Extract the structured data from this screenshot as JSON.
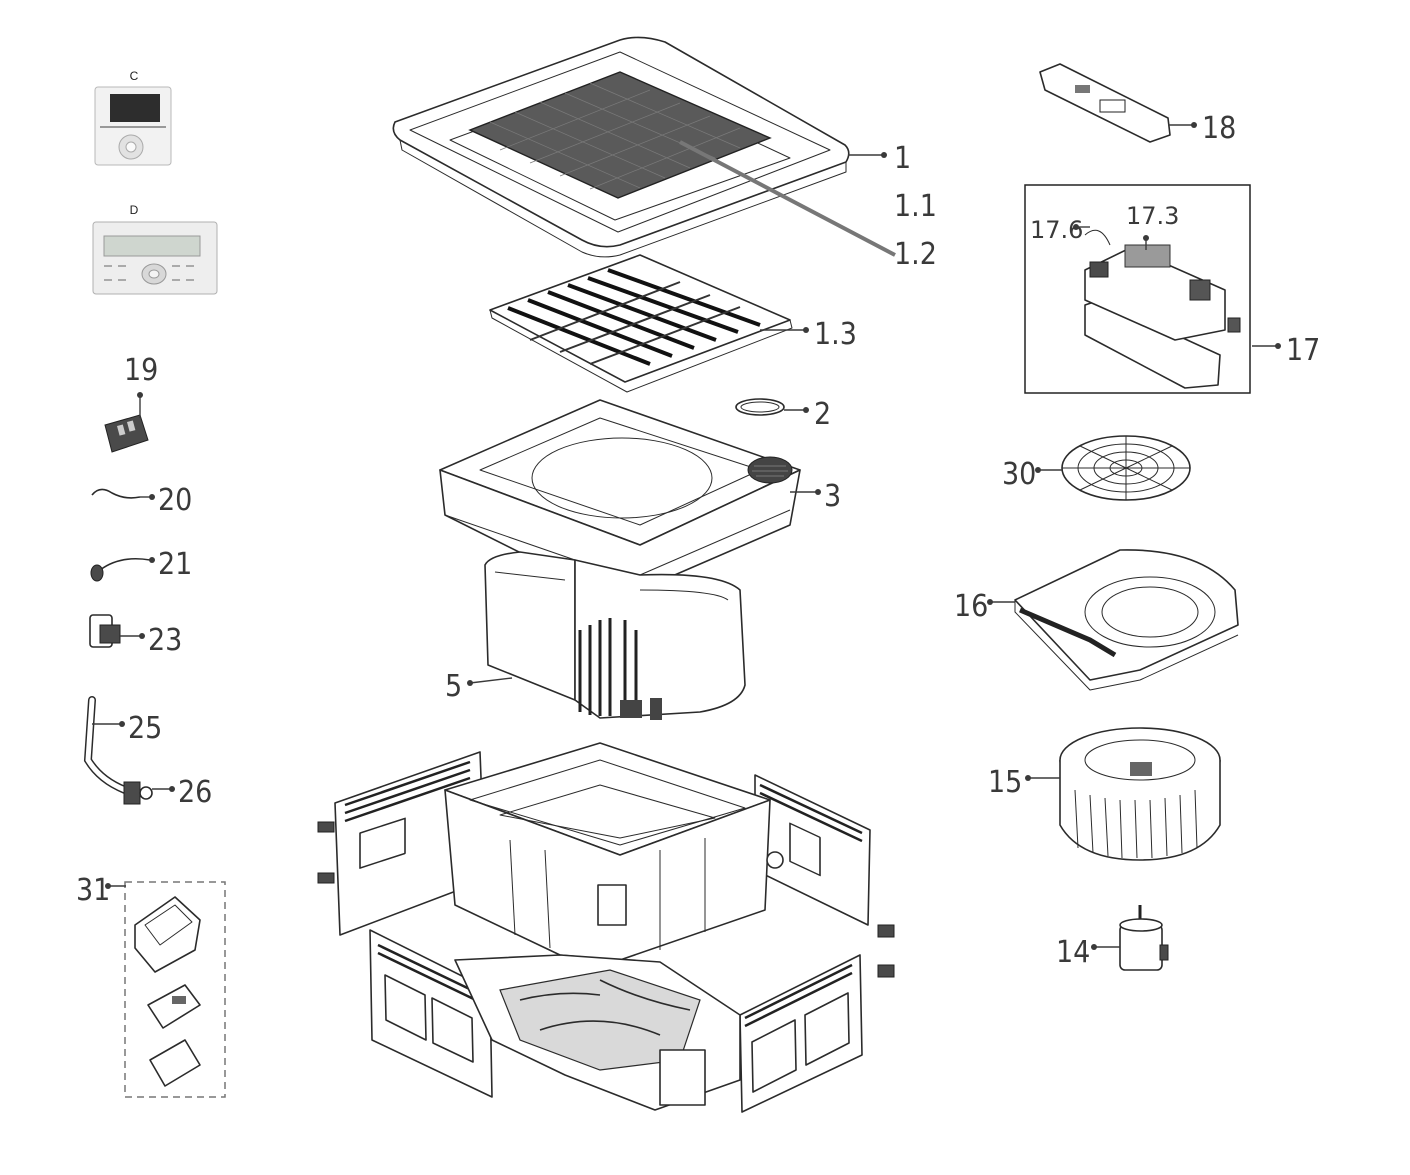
{
  "diagram": {
    "labels": {
      "c": "C",
      "d": "D",
      "p1": "1",
      "p1_1": "1.1",
      "p1_2": "1.2",
      "p1_3": "1.3",
      "p2": "2",
      "p3": "3",
      "p5": "5",
      "p14": "14",
      "p15": "15",
      "p16": "16",
      "p17": "17",
      "p17_3": "17.3",
      "p17_6": "17.6",
      "p18": "18",
      "p19": "19",
      "p20": "20",
      "p21": "21",
      "p23": "23",
      "p25": "25",
      "p26": "26",
      "p30": "30",
      "p31": "31"
    },
    "colors": {
      "line": "#2b2b2b",
      "panel_grille": "#555555",
      "background": "#ffffff",
      "controller_screen": "#2d2d2d",
      "controller_lcd": "#cfd6cf"
    }
  }
}
